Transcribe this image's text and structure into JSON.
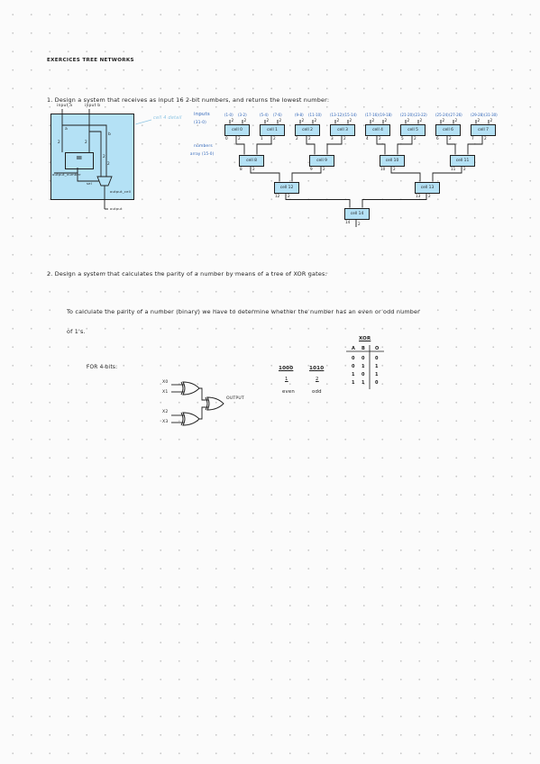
{
  "title": "EXERCICES TREE NETWORKS",
  "exercise1": {
    "prompt": "1. Design a system that receives as input 16 2-bit numbers, and returns the lowest number:",
    "annotation": "cell 4 detail",
    "inputs_label": "inputs",
    "inputs_range": "(31-0)",
    "numbers_label": "numbers",
    "numbers_sub": "array (15-0)",
    "cell_input_a": "input a",
    "cell_input_b": "input b",
    "cell_a": "a",
    "cell_b": "b",
    "cell_compare": "=",
    "cell_output_number": "output_number",
    "cell_sel": "sel",
    "cell_output_cell": "output_cell",
    "cell_output": "output",
    "bit_ranges": [
      "(1-0)",
      "(3-2)",
      "(5-4)",
      "(7-6)",
      "(9-8)",
      "(11-10)",
      "(13-12)",
      "(15-14)",
      "(17-16)",
      "(19-18)",
      "(21-20)",
      "(23-22)",
      "(25-24)",
      "(27-26)",
      "(29-28)",
      "(31-30)"
    ],
    "level1": [
      "cell 0",
      "cell 1",
      "cell 2",
      "cell 3",
      "cell 4",
      "cell 5",
      "cell 6",
      "cell 7"
    ],
    "level2": [
      "cell 8",
      "cell 9",
      "cell 10",
      "cell 11"
    ],
    "level3": [
      "cell 12",
      "cell 13"
    ],
    "level4": [
      "cell 14"
    ],
    "wire_width": "2",
    "index_labels_l1": [
      "0",
      "1",
      "2",
      "3",
      "4",
      "5",
      "6",
      "7"
    ],
    "index_labels_l2": [
      "8",
      "9",
      "10",
      "11"
    ],
    "index_labels_l3": [
      "12",
      "13"
    ],
    "index_labels_l4": [
      "14"
    ]
  },
  "exercise2": {
    "prompt": "2. Design a system that calculates the parity of a number by means of a tree of XOR gates:",
    "explanation_line1": "To calculate the parity of a number (binary) we have to determine whether the number has an even or odd number",
    "explanation_line2": "of 1's.",
    "for_label": "FOR 4-bits:",
    "inputs": [
      "X0",
      "X1",
      "X2",
      "X3"
    ],
    "output_label": "OUTPUT",
    "example1": {
      "number": "1000",
      "count": "1",
      "parity": "even"
    },
    "example2": {
      "number": "1010",
      "count": "2",
      "parity": "odd"
    },
    "xor_table": {
      "title": "XOR",
      "headers": [
        "A",
        "B",
        "O"
      ],
      "rows": [
        [
          "0",
          "0",
          "0"
        ],
        [
          "0",
          "1",
          "1"
        ],
        [
          "1",
          "0",
          "1"
        ],
        [
          "1",
          "1",
          "0"
        ]
      ]
    }
  }
}
